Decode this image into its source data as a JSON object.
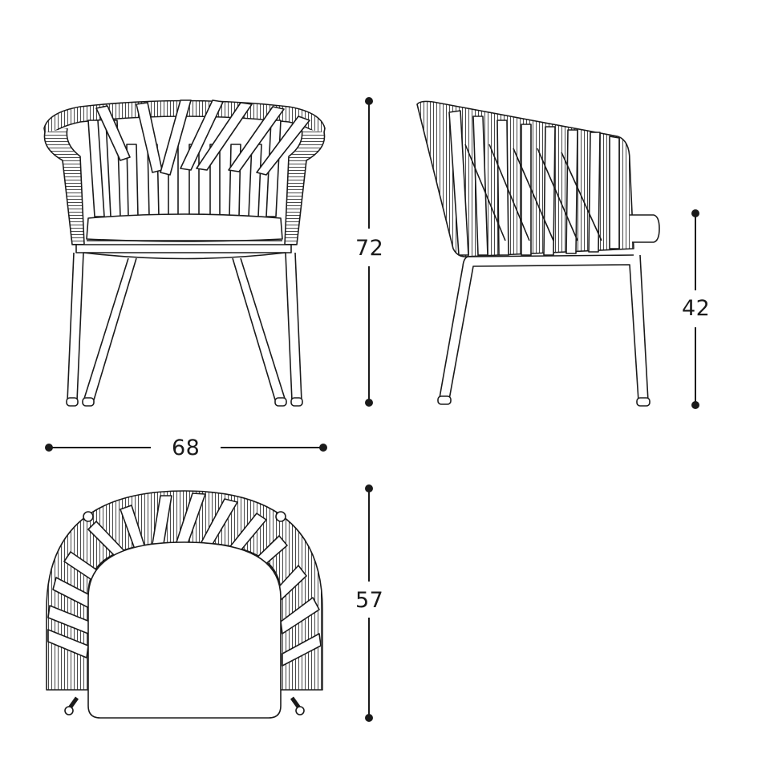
{
  "drawing": {
    "subject": "armchair",
    "line_color": "#1a1a1a",
    "background": "#ffffff",
    "views": [
      {
        "id": "front",
        "label": "Front view"
      },
      {
        "id": "side",
        "label": "Side view"
      },
      {
        "id": "top",
        "label": "Top view"
      }
    ]
  },
  "dimensions": {
    "height": {
      "value": "72",
      "orientation": "vertical",
      "view": "front"
    },
    "seat_height": {
      "value": "42",
      "orientation": "vertical",
      "view": "side"
    },
    "width": {
      "value": "68",
      "orientation": "horizontal",
      "view": "front"
    },
    "depth": {
      "value": "57",
      "orientation": "vertical",
      "view": "top"
    }
  }
}
